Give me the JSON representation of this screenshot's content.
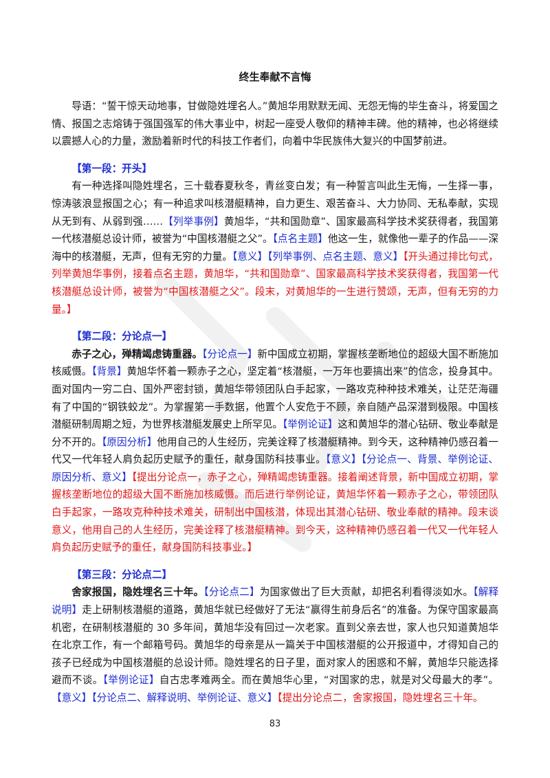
{
  "title": "终生奉献不言悔",
  "intro": "导语：“誓干惊天动地事，甘做隐姓埋名人。”黄旭华用默默无闻、无怨无悔的毕生奋斗，将爱国之情、报国之志熔铸于强国强军的伟大事业中，树起一座受人敬仰的精神丰碑。他的精神，也必将继续以震撼人心的力量，激励着新时代的科技工作者们，向着中华民族伟大复兴的中国梦前进。",
  "section1": {
    "heading": "【第一段：开头】",
    "t1": "有一种选择叫隐姓埋名，三十载春夏秋冬，青丝变白发；有一种誓言叫此生无悔，一生择一事，惊涛骇浪显报国之心；有一种追求叫核潜艇精神，自力更生、艰苦奋斗、大力协同、无私奉献，实现从无到有、从弱到强……",
    "tag1": "【列举事例】",
    "t2": "黄旭华，“共和国勋章”、国家最高科学技术奖获得者，我国第一代核潜艇总设计师，被誉为“中国核潜艇之父”。",
    "tag2": "【点名主题】",
    "t3": "他这一生，就像他一辈子的作品——深海中的核潜艇，无声，但有无穷的力量。",
    "tag3": "【意义】【列举事例、点名主题、意义】",
    "note": "【开头通过排比句式，列举黄旭华事例，接着点名主题，黄旭华，“共和国勋章”、国家最高科学技术奖获得者，我国第一代核潜艇总设计师，被誉为“中国核潜艇之父”。段末，对黄旭华的一生进行赞颂，无声，但有无穷的力量。】"
  },
  "section2": {
    "heading": "【第二段：分论点一】",
    "lead": "赤子之心，殚精竭虑铸重器。",
    "tag1": "【分论点一】",
    "t1": "新中国成立初期，掌握核垄断地位的超级大国不断施加核威慑。",
    "tag2": "【背景】",
    "t2": "黄旭华怀着一颗赤子之心，坚定着“核潜艇，一万年也要搞出来”的信念，投身其中。面对国内一穷二白、国外严密封锁，黄旭华带领团队白手起家，一路攻克种种技术难关，让茫茫海疆有了中国的“钢铁蛟龙”。为掌握第一手数据，他置个人安危于不顾，亲自随产品深潜到极限。中国核潜艇研制周期之短，为世界核潜艇发展史上所罕见。",
    "tag3": "【举例论证】",
    "t3": "这和黄旭华的潜心钻研、敬业奉献是分不开的。",
    "tag4": "【原因分析】",
    "t4": "他用自己的人生经历，完美诠释了核潜艇精神。到今天，这种精神仍感召着一代又一代年轻人肩负起历史赋予的重任，献身国防科技事业。",
    "tag5": "【意义】【分论点一、背景、举例论证、原因分析、意义】",
    "note": "【提出分论点一，赤子之心，殚精竭虑铸重器。接着阐述背景，新中国成立初期，掌握核垄断地位的超级大国不断施加核威慑。而后进行举例论证，黄旭华怀着一颗赤子之心，带领团队白手起家，一路攻克种种技术难关，研制出中国核潜，体现出其潜心钻研、敬业奉献的精神。段末谈意义，他用自己的人生经历，完美诠释了核潜艇精神。到今天，这种精神仍感召着一代又一代年轻人肩负起历史赋予的重任，献身国防科技事业。】"
  },
  "section3": {
    "heading": "【第三段：分论点二】",
    "lead": "舍家报国，隐姓埋名三十年。",
    "tag1": "【分论点二】",
    "t1": "为国家做出了巨大贡献，却把名利看得淡如水。",
    "tag2": "【解释说明】",
    "t2": "走上研制核潜艇的道路，黄旭华就已经做好了无法“赢得生前身后名”的准备。为保守国家最高机密，在研制核潜艇的 30 多年间，黄旭华没有回过一次老家。直到父亲去世，家人也只知道黄旭华在北京工作，有一个邮箱号码。黄旭华的母亲是从一篇关于中国核潜艇的公开报道中，才得知自己的孩子已经成为中国核潜艇的总设计师。隐姓埋名的日子里，面对家人的困惑和不解，黄旭华只能选择避而不谈。",
    "tag3": "【举例论证】",
    "t3": "自古忠孝难两全。而在黄旭华心里，“对国家的忠，就是对父母最大的孝”。",
    "tag4": "【意义】【分论点二、解释说明、举例论证、意义】",
    "note": "【提出分论点二，舍家报国，隐姓埋名三十年。"
  },
  "page_number": "83"
}
